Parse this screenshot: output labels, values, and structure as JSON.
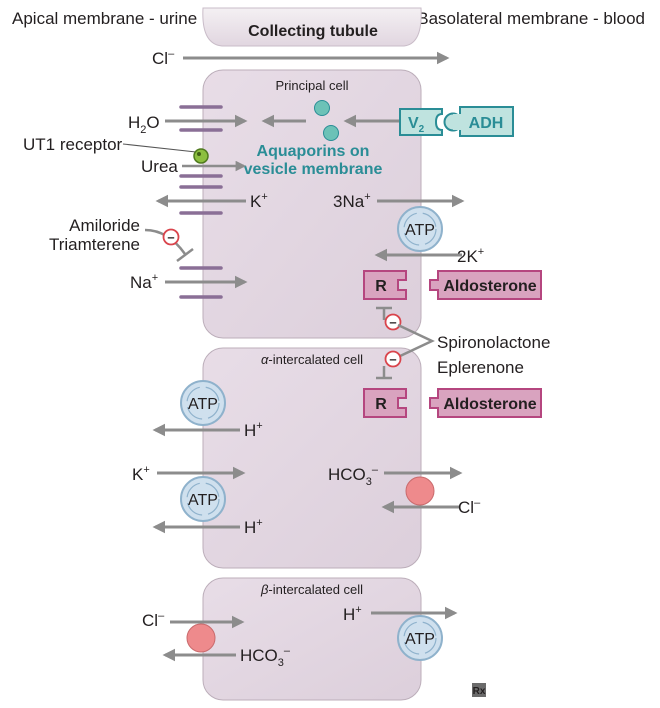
{
  "header": {
    "left": "Apical membrane - urine",
    "center": "Collecting tubule",
    "right": "Basolateral membrane - blood"
  },
  "top_arrow": {
    "ion": "Cl",
    "sup": "–"
  },
  "principal": {
    "title": "Principal cell",
    "h2o_main": "H",
    "h2o_sub": "2",
    "h2o_end": "O",
    "ut1": "UT1 receptor",
    "urea": "Urea",
    "aquaporins_line1": "Aquaporins on",
    "aquaporins_line2": "vesicle membrane",
    "v2_main": "V",
    "v2_sub": "2",
    "adh": "ADH",
    "k_main": "K",
    "k_sup": "+",
    "na3_main": "3Na",
    "na3_sup": "+",
    "atp": "ATP",
    "k2_main": "2K",
    "k2_sup": "+",
    "drug1_line1": "Amiloride",
    "drug1_line2": "Triamterene",
    "na_main": "Na",
    "na_sup": "+",
    "receptor": "R",
    "aldosterone": "Aldosterone"
  },
  "inhibitors": {
    "line1": "Spironolactone",
    "line2": "Eplerenone",
    "symbol": "–"
  },
  "alpha": {
    "title_greek": "α",
    "title_rest": "-intercalated cell",
    "receptor": "R",
    "aldosterone": "Aldosterone",
    "atp_top": "ATP",
    "h_top_main": "H",
    "h_top_sup": "+",
    "k_main": "K",
    "k_sup": "+",
    "hco3_main": "HCO",
    "hco3_sub": "3",
    "hco3_sup": "–",
    "atp_bottom": "ATP",
    "h_bottom_main": "H",
    "h_bottom_sup": "+",
    "cl_main": "Cl",
    "cl_sup": "–"
  },
  "beta": {
    "title_greek": "β",
    "title_rest": "-intercalated cell",
    "cl_main": "Cl",
    "cl_sup": "–",
    "h_main": "H",
    "h_sup": "+",
    "hco3_main": "HCO",
    "hco3_sub": "3",
    "hco3_sup": "–",
    "atp": "ATP"
  },
  "logo": "Rx",
  "colors": {
    "cell_fill": "#e3d6e2",
    "cell_stroke": "#b8a9b6",
    "arrow": "#8c8c8c",
    "channel": "#8a6f96",
    "aldosterone": "#b5467f",
    "aldosterone_fill": "#d9a3bf",
    "teal": "#2a8d96",
    "teal_fill": "#bfe3df",
    "atp_fill": "#cfe0ee",
    "atp_stroke": "#8fb2cc",
    "exchanger": "#ee8a8c",
    "urea_dot": "#8cbf3f",
    "inhibit": "#d9444c"
  }
}
